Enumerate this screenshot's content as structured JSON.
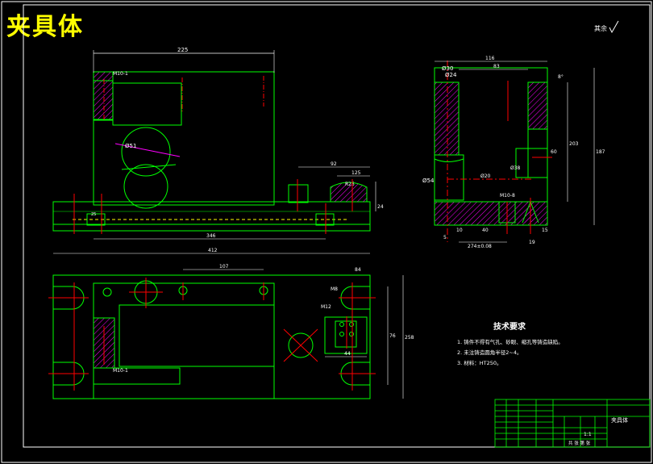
{
  "title": "夹具体",
  "surface_finish": "其余",
  "tech_req": {
    "heading": "技术要求",
    "items": [
      "1. 铸件不得有气孔、砂眼、缩孔等铸造缺陷。",
      "2. 未注铸造圆角半径2~4。",
      "3. 材料：HT250。"
    ]
  },
  "dims": {
    "top_width": "225",
    "m10_top": "M10-1",
    "dia_circle": "Ø51",
    "d92": "92",
    "d125": "125",
    "d25": "25",
    "r25": "R25",
    "d346": "346",
    "d412": "412",
    "d24": "24",
    "d107": "107",
    "m12": "M12",
    "m8": "M8",
    "d84": "84",
    "d44": "44",
    "d76": "76",
    "d258": "258",
    "m10_bot": "M10-1",
    "d116": "116",
    "d83": "83",
    "dia30": "Ø30",
    "dia24": "Ø24",
    "d8": "8°",
    "d203": "203",
    "d187": "187",
    "dia54": "Ø54",
    "dia38": "Ø38",
    "d60": "60",
    "dia20": "Ø20",
    "m10_side": "M10-8",
    "d10": "10",
    "d40": "40",
    "d5": "5",
    "d19": "19",
    "d15": "15",
    "d274": "274±0.08"
  },
  "title_block": {
    "part_name": "夹具体",
    "scale": "1:1",
    "sheet": "共 张 第 张"
  },
  "colors": {
    "frame": "#ffffff",
    "outline": "#00ff00",
    "center": "#ff0000",
    "hatch": "#ff00ff",
    "circle": "#00ff00",
    "text": "#ffffff",
    "title": "#ffff00"
  }
}
